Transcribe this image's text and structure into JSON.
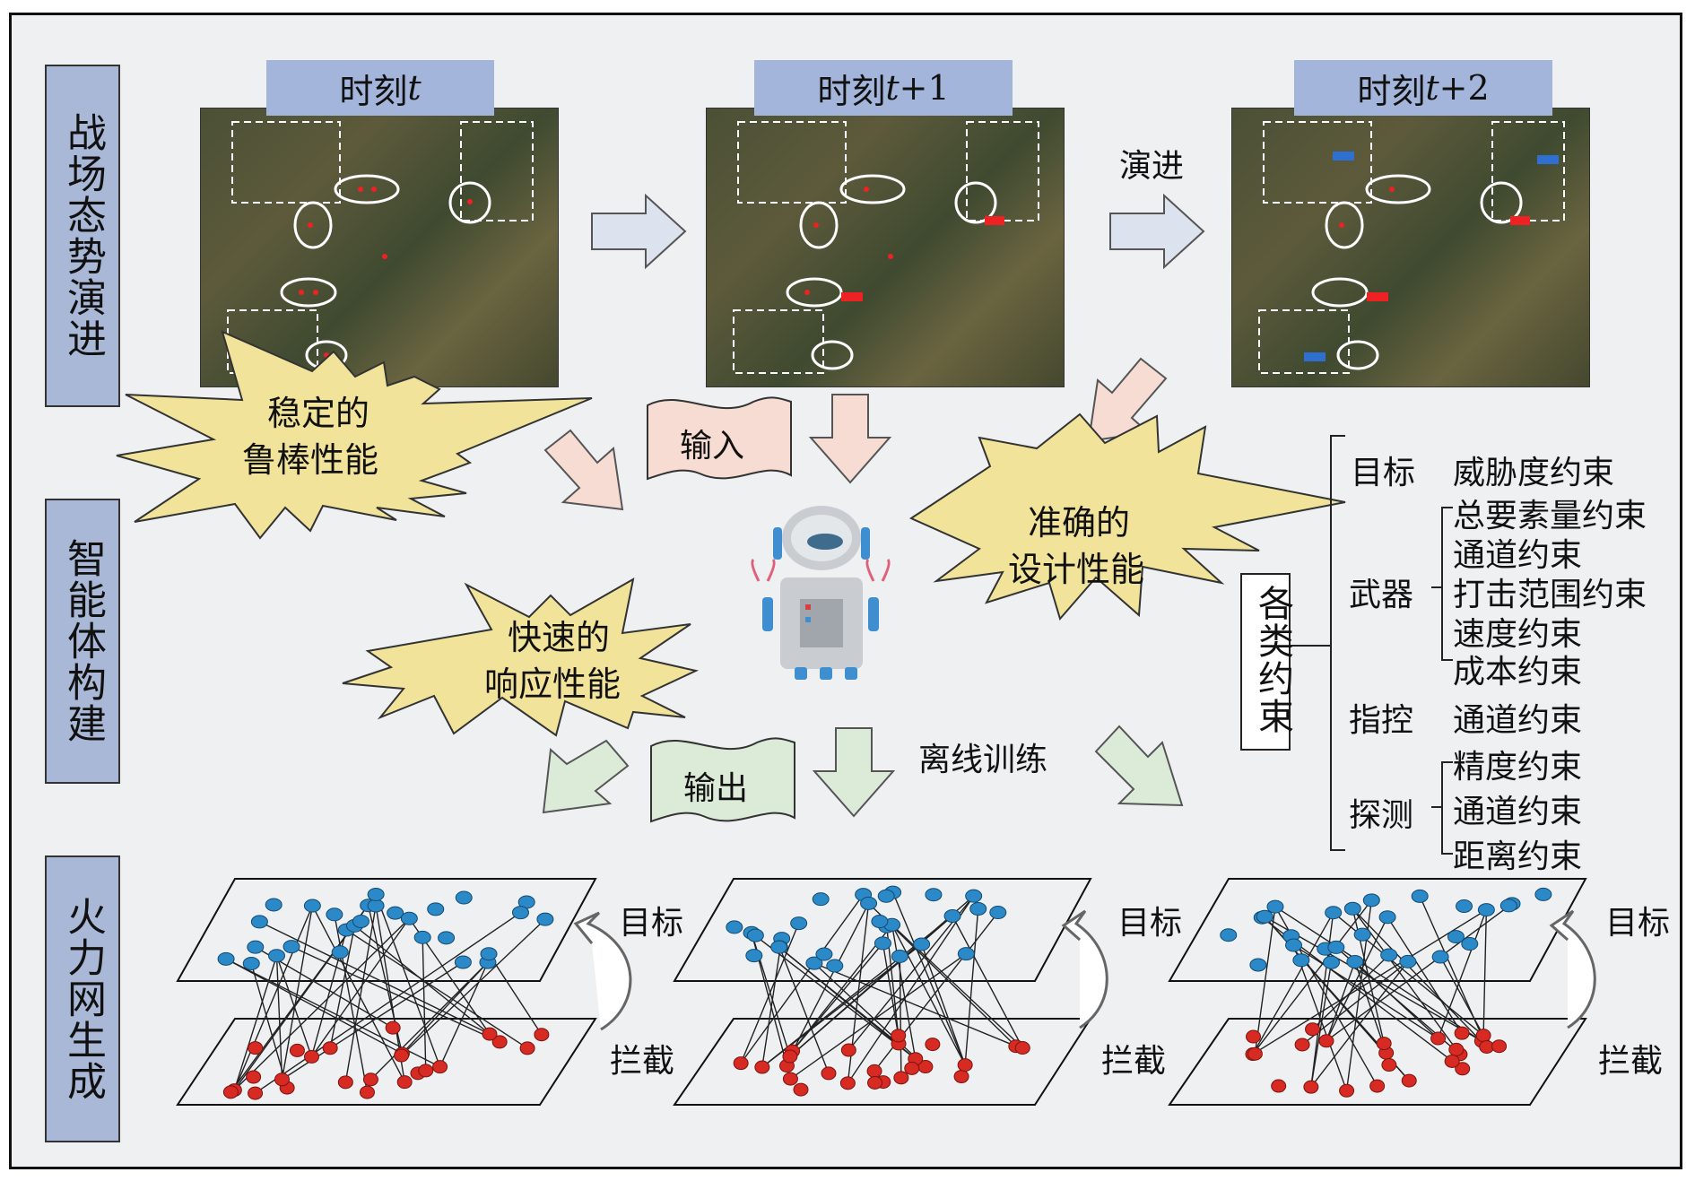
{
  "side_labels": {
    "evolution": "战场态势演进",
    "agent": "智能体构建",
    "fire": "火力网生成"
  },
  "time_labels": [
    {
      "prefix": "时刻",
      "var": "t",
      "suffix": ""
    },
    {
      "prefix": "时刻",
      "var": "t",
      "suffix": "+1"
    },
    {
      "prefix": "时刻",
      "var": "t",
      "suffix": "+2"
    }
  ],
  "evolve_label": "演进",
  "bursts": {
    "robust": [
      "稳定的",
      "鲁棒性能"
    ],
    "fast": [
      "快速的",
      "响应性能"
    ],
    "accurate": [
      "准确的",
      "设计性能"
    ]
  },
  "input_label": "输入",
  "output_label": "输出",
  "offline_label": "离线训练",
  "constraints_box": "各类约束",
  "constraints": [
    {
      "group": "目标",
      "items": [
        "威胁度约束"
      ]
    },
    {
      "group": "武器",
      "items": [
        "总要素量约束",
        "通道约束",
        "打击范围约束",
        "速度约束",
        "成本约束"
      ]
    },
    {
      "group": "指控",
      "items": [
        "通道约束"
      ]
    },
    {
      "group": "探测",
      "items": [
        "精度约束",
        "通道约束",
        "距离约束"
      ]
    }
  ],
  "net_labels": {
    "target": "目标",
    "intercept": "拦截"
  },
  "colors": {
    "side_bg": "#a9b8d6",
    "time_bg": "#a3b5db",
    "burst": "#f1e39a",
    "arrow_top": "#dde3ee",
    "arrow_mid": "#f6dcd2",
    "arrow_bottom": "#dcebd8",
    "target_node": "#2b89c8",
    "intercept_node": "#d62a22"
  }
}
